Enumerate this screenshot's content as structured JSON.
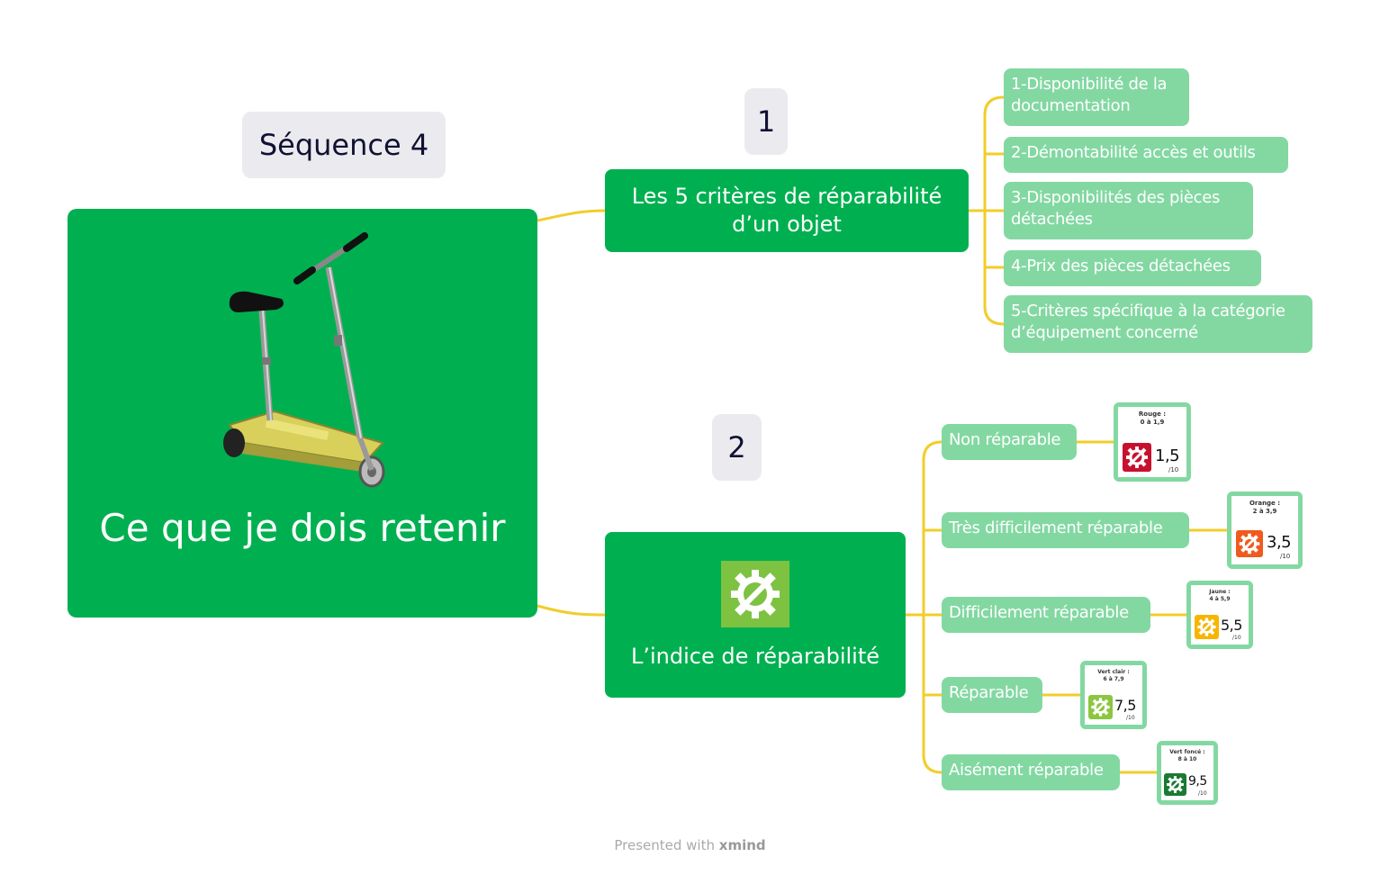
{
  "root": {
    "title": "Ce que je dois retenir"
  },
  "sequence_label": "Séquence 4",
  "branch1": {
    "number": "1",
    "title": "Les 5 critères de réparabilité d’un objet",
    "criteria": [
      "1-Disponibilité de la documentation",
      "2-Démontabilité accès et outils",
      "3-Disponibilités  des pièces détachées",
      "4-Prix des pièces détachées",
      "5-Critères spécifique à la catégorie d’équipement concerné"
    ]
  },
  "branch2": {
    "number": "2",
    "title": "L’indice de réparabilité",
    "levels": [
      {
        "label": "Non réparable",
        "badge_caption_1": "Rouge :",
        "badge_caption_2": "0 à 1,9",
        "score": "1,5",
        "denominator": "/10",
        "color": "#c8102e"
      },
      {
        "label": "Très difficilement réparable",
        "badge_caption_1": "Orange :",
        "badge_caption_2": "2 à 3,9",
        "score": "3,5",
        "denominator": "/10",
        "color": "#f05a1e"
      },
      {
        "label": "Difficilement réparable",
        "badge_caption_1": "Jaune :",
        "badge_caption_2": "4 à 5,9",
        "score": "5,5",
        "denominator": "/10",
        "color": "#f7b500"
      },
      {
        "label": "Réparable",
        "badge_caption_1": "Vert clair :",
        "badge_caption_2": "6 à 7,9",
        "score": "7,5",
        "denominator": "/10",
        "color": "#8cc63f"
      },
      {
        "label": "Aisément réparable",
        "badge_caption_1": "Vert foncé :",
        "badge_caption_2": "8 à 10",
        "score": "9,5",
        "denominator": "/10",
        "color": "#1a7a33"
      }
    ]
  },
  "footer": {
    "prefix": "Presented with",
    "brand": "xmind"
  },
  "colors": {
    "primary_green": "#00b050",
    "leaf_green": "#83d8a2",
    "connector": "#f2cd2a",
    "gray_label": "#ebebef"
  }
}
